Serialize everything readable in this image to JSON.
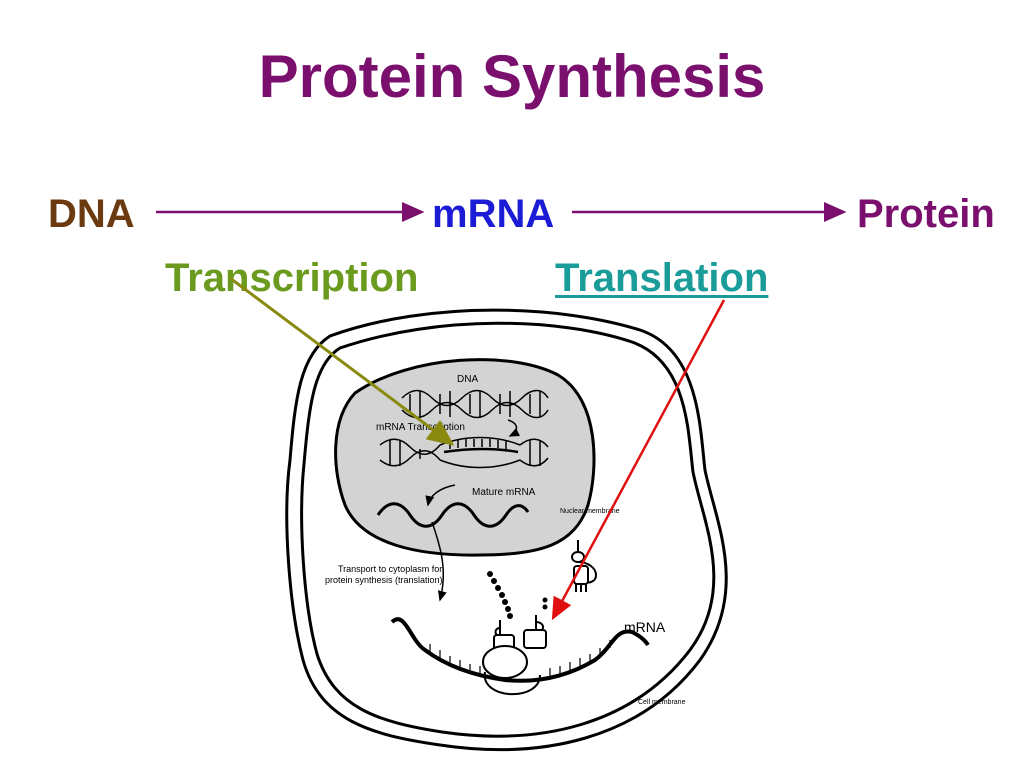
{
  "title": "Protein Synthesis",
  "flow": {
    "dna": "DNA",
    "mrna": "mRNA",
    "protein": "Protein"
  },
  "processes": {
    "transcription": "Transcription",
    "translation": "Translation"
  },
  "cell_labels": {
    "dna": "DNA",
    "mrna_transcription": "mRNA Transcription",
    "mature_mrna": "Mature mRNA",
    "nuclear_membrane": "Nuclear membrane",
    "transport_line1": "Transport to cytoplasm for",
    "transport_line2": "protein synthesis (translation)",
    "mrna": "mRNA",
    "cell_membrane": "Cell membrane"
  },
  "colors": {
    "title": "#7a0f6e",
    "dna": "#6b3a10",
    "mrna": "#1c1cd6",
    "protein": "#7a0f6e",
    "transcription": "#6a9a1e",
    "translation": "#1a9d9a",
    "flow_arrow": "#7a0f6e",
    "transcription_arrow": "#8a8a10",
    "translation_arrow": "#e01010",
    "nucleus_fill": "#d3d3d3"
  },
  "icons": [
    "arrow-right-icon",
    "dna-helix-icon",
    "ribosome-icon",
    "trna-icon"
  ]
}
